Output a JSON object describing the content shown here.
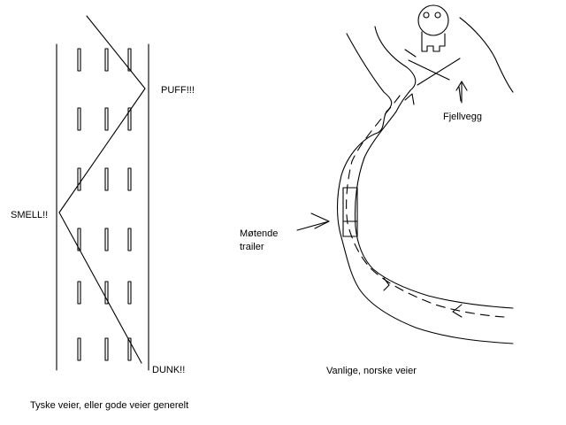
{
  "left_scene": {
    "caption": "Tyske veier, eller gode veier generelt",
    "labels": {
      "puff": "PUFF!!!",
      "smell": "SMELL!!",
      "dunk": "DUNK!!"
    }
  },
  "right_scene": {
    "caption": "Vanlige, norske veier",
    "labels": {
      "cliff": "Fjellvegg",
      "oncoming_line1": "Møtende",
      "oncoming_line2": "trailer"
    }
  }
}
